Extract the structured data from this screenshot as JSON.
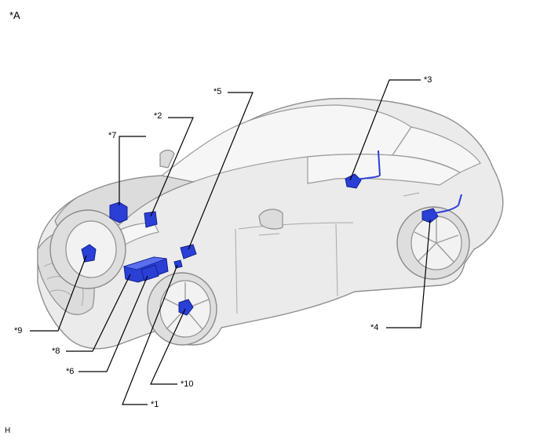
{
  "view_label": "*A",
  "footer_mark": "H",
  "callouts": [
    {
      "id": "c1",
      "text": "*1"
    },
    {
      "id": "c2",
      "text": "*2"
    },
    {
      "id": "c3",
      "text": "*3"
    },
    {
      "id": "c4",
      "text": "*4"
    },
    {
      "id": "c5",
      "text": "*5"
    },
    {
      "id": "c6",
      "text": "*6"
    },
    {
      "id": "c7",
      "text": "*7"
    },
    {
      "id": "c8",
      "text": "*8"
    },
    {
      "id": "c9",
      "text": "*9"
    },
    {
      "id": "c10",
      "text": "*10"
    }
  ],
  "colors": {
    "highlight_part": "#2a3fd6",
    "car_body": "#ebebeb",
    "outline": "#8e8e8e"
  }
}
